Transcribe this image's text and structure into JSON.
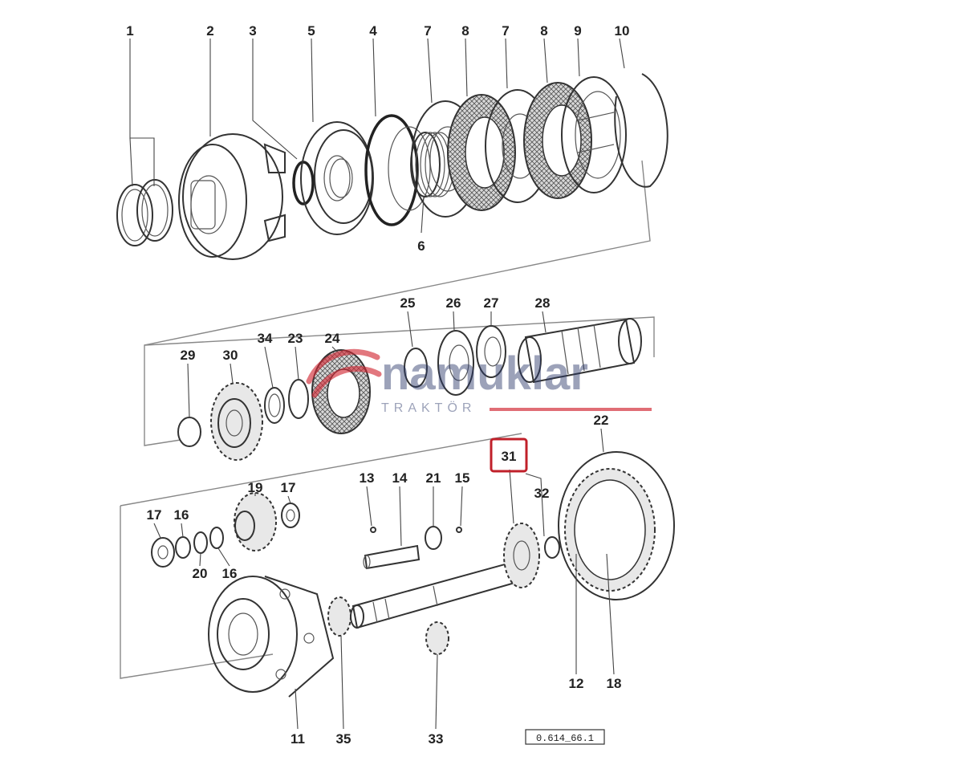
{
  "labels": {
    "p1": "1",
    "p2": "2",
    "p3": "3",
    "p5": "5",
    "p4": "4",
    "p7a": "7",
    "p8a": "8",
    "p7b": "7",
    "p8b": "8",
    "p9": "9",
    "p10": "10",
    "p6": "6",
    "p25": "25",
    "p26": "26",
    "p27": "27",
    "p28": "28",
    "p29": "29",
    "p30": "30",
    "p34": "34",
    "p23": "23",
    "p24": "24",
    "p22": "22",
    "p31": "31",
    "p32": "32",
    "p13": "13",
    "p14": "14",
    "p21": "21",
    "p15": "15",
    "p19": "19",
    "p17a": "17",
    "p17b": "17",
    "p16a": "16",
    "p20": "20",
    "p16b": "16",
    "p12": "12",
    "p18": "18",
    "p11": "11",
    "p35": "35",
    "p33": "33"
  },
  "drawing_code": "0.614_66.1",
  "watermark": {
    "brand": "namuklar",
    "sub": "TRAKTÖR"
  },
  "highlight": {
    "part": "31",
    "color": "#c0202a"
  },
  "colors": {
    "line": "#333333",
    "watermark_text": "#2b3a6b",
    "watermark_red": "#d22a35"
  }
}
